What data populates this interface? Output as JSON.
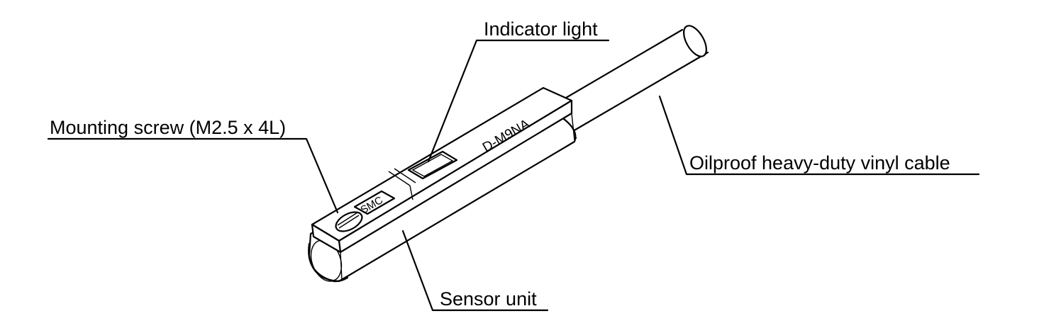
{
  "callouts": {
    "indicator_light": "Indicator light",
    "mounting_screw": "Mounting screw (M2.5 x 4L)",
    "cable": "Oilproof heavy-duty vinyl cable",
    "sensor_unit": "Sensor unit"
  },
  "markings": {
    "model": "D-M9NA",
    "brand": "SMC"
  },
  "colors": {
    "line": "#000000",
    "background": "#ffffff"
  }
}
